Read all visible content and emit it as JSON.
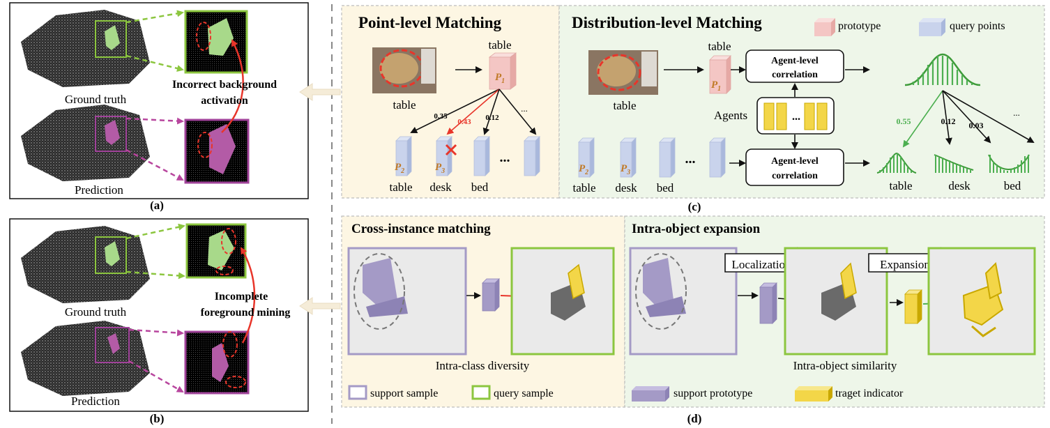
{
  "panel_a": {
    "ground_truth": "Ground truth",
    "prediction": "Prediction",
    "annotation_line1": "Incorrect background",
    "annotation_line2": "activation",
    "caption": "(a)"
  },
  "panel_b": {
    "ground_truth": "Ground truth",
    "prediction": "Prediction",
    "annotation_line1": "Incomplete",
    "annotation_line2": "foreground mining",
    "caption": "(b)"
  },
  "panel_c": {
    "caption": "(c)",
    "point_level": {
      "title": "Point-level Matching",
      "image_label": "table",
      "proto_label": "table",
      "proto_symbol": "P",
      "proto_sub": "1",
      "scores": [
        "0.35",
        "0.43",
        "0.12",
        "..."
      ],
      "queries": [
        {
          "symbol": "P",
          "sub": "2",
          "label": "table"
        },
        {
          "symbol": "P",
          "sub": "3",
          "label": "desk"
        },
        {
          "symbol": "",
          "sub": "",
          "label": "bed"
        }
      ],
      "ellipsis": "..."
    },
    "distribution_level": {
      "title": "Distribution-level Matching",
      "image_label": "table",
      "proto_label": "table",
      "proto_symbol": "P",
      "proto_sub": "1",
      "agent_box_line1": "Agent-level",
      "agent_box_line2": "correlation",
      "agents_label": "Agents",
      "agents_ellipsis": "...",
      "scores": [
        "0.55",
        "0.12",
        "0.03",
        "..."
      ],
      "queries": [
        {
          "symbol": "P",
          "sub": "2",
          "label": "table"
        },
        {
          "symbol": "P",
          "sub": "3",
          "label": "desk"
        },
        {
          "symbol": "",
          "sub": "",
          "label": "bed"
        }
      ],
      "query_ellipsis": "...",
      "dist_labels": [
        "table",
        "desk",
        "bed"
      ]
    },
    "legend": {
      "prototype": "prototype",
      "query_points": "query points"
    }
  },
  "panel_d": {
    "caption": "(d)",
    "cross_instance": {
      "title": "Cross-instance matching",
      "caption": "Intra-class diversity"
    },
    "intra_object": {
      "title": "Intra-object expansion",
      "localization": "Localization",
      "expansion": "Expansion",
      "caption": "Intra-object similarity"
    },
    "legend": {
      "support_sample": "support sample",
      "query_sample": "query sample",
      "support_prototype": "support prototype",
      "target_indicator": "traget indicator"
    }
  },
  "colors": {
    "green": "#8cc63f",
    "purple": "#a0439a",
    "red": "#e8352a",
    "proto_pink": "#f4c6c4",
    "query_blue": "#c9d3ec",
    "agent_yellow": "#f3d648",
    "support_purple": "#a49ac6",
    "point_bg": "#fdf6e3",
    "dist_bg": "#eef6e9"
  }
}
